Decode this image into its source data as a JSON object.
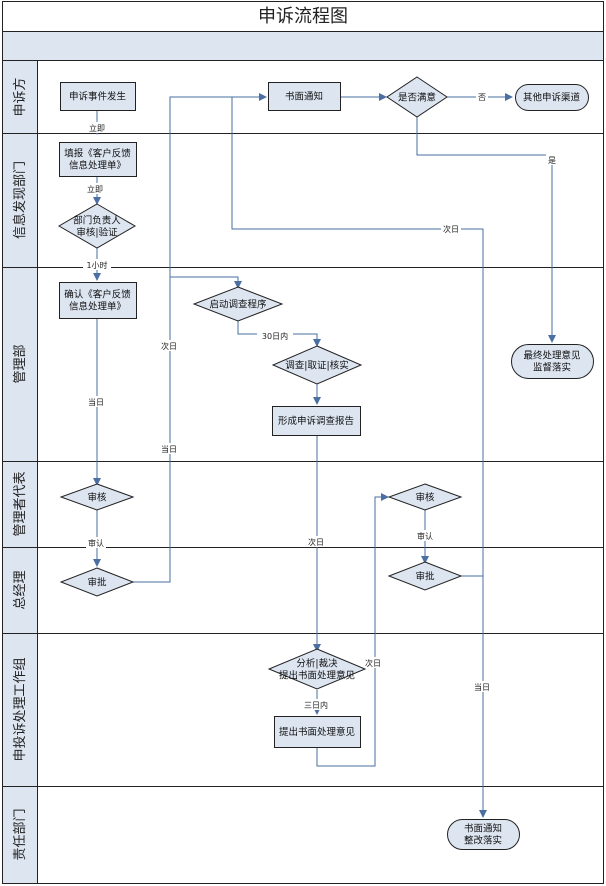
{
  "title": "申诉流程图",
  "colors": {
    "node_fill": "#dde5f1",
    "line": "#4a6fa0",
    "border": "#222222",
    "lane_header_fill": "#dde5f1"
  },
  "lanes": [
    {
      "id": "lane-complainant",
      "label": "申诉方"
    },
    {
      "id": "lane-info-dept",
      "label": "信息发现部门"
    },
    {
      "id": "lane-management",
      "label": "管理部"
    },
    {
      "id": "lane-mgmt-rep",
      "label": "管理者代表"
    },
    {
      "id": "lane-gm",
      "label": "总经理"
    },
    {
      "id": "lane-workgroup",
      "label": "申投诉处理工作组"
    },
    {
      "id": "lane-responsible",
      "label": "责任部门"
    }
  ],
  "nodes": {
    "n1": [
      "申诉事件发生"
    ],
    "n2": [
      "书面通知"
    ],
    "n3": [
      "是否满意"
    ],
    "n4": [
      "其他申诉渠道"
    ],
    "n5": [
      "填报《客户反馈",
      "信息处理单》"
    ],
    "n6": [
      "部门负责人",
      "审核|验证"
    ],
    "n7": [
      "确认《客户反馈",
      "信息处理单》"
    ],
    "n8": [
      "启动调查程序"
    ],
    "n9": [
      "调查|取证|核实"
    ],
    "n10": [
      "形成申诉调查报告"
    ],
    "n11": [
      "最终处理意见",
      "监督落实"
    ],
    "n12": [
      "审核"
    ],
    "n13": [
      "审核"
    ],
    "n14": [
      "审批"
    ],
    "n15": [
      "审批"
    ],
    "n16": [
      "分析|裁决",
      "提出书面处理意见"
    ],
    "n17": [
      "提出书面处理意见"
    ],
    "n18": [
      "书面通知",
      "整改落实"
    ]
  },
  "edge_labels": {
    "e1": "立即",
    "e2": "立即",
    "e3": "1小时",
    "e4": "当日",
    "e5": "审认",
    "e6": "次日",
    "e7": "当日",
    "e8": "30日内",
    "e9": "次日",
    "e10": "三日内",
    "e11": "次日",
    "e12": "审认",
    "e13": "当日",
    "e14": "次日",
    "e15": "否",
    "e16": "是"
  }
}
